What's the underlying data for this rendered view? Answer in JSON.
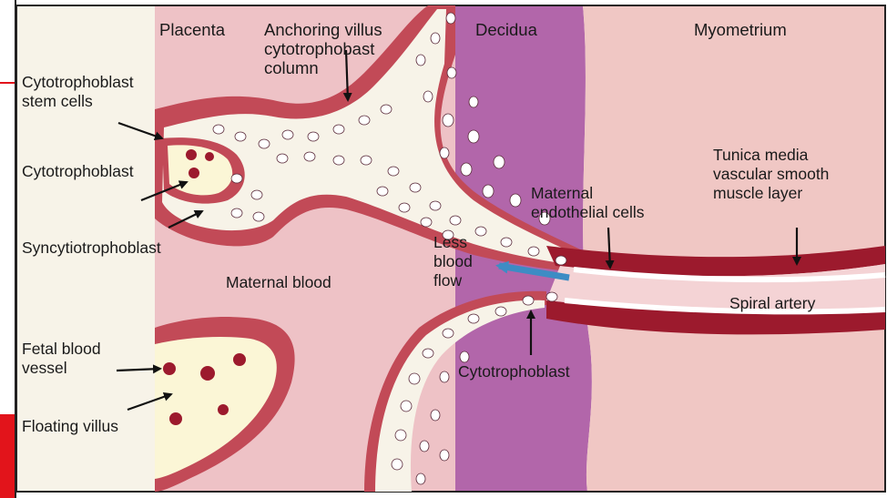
{
  "regions": {
    "placenta": "Placenta",
    "anchoring": "Anchoring villus\ncytotrophobast\ncolumn",
    "decidua": "Decidua",
    "myometrium": "Myometrium"
  },
  "labels": {
    "ct_stem": "Cytotrophoblast\nstem cells",
    "ct": "Cytotrophoblast",
    "syncytio": "Syncytiotrophoblast",
    "maternal_blood": "Maternal blood",
    "less_flow": "Less\nblood\nflow",
    "endothelial": "Maternal\nendothelial cells",
    "tunica": "Tunica media\nvascular smooth\nmuscle layer",
    "spiral": "Spiral artery",
    "fetal_vessel": "Fetal blood\nvessel",
    "floating": "Floating villus",
    "ct_bottom": "Cytotrophoblast"
  },
  "colors": {
    "placenta_bg": "#f7f3e8",
    "blood_pool": "#eec2c6",
    "decidua": "#b266aa",
    "myometrium": "#f0c7c4",
    "villus_border": "#c24a57",
    "villus_core": "#fbf6d6",
    "artery_wall": "#9c1a2d",
    "flow_arrow": "#3d8cc4",
    "accent_red": "#e2141b"
  }
}
